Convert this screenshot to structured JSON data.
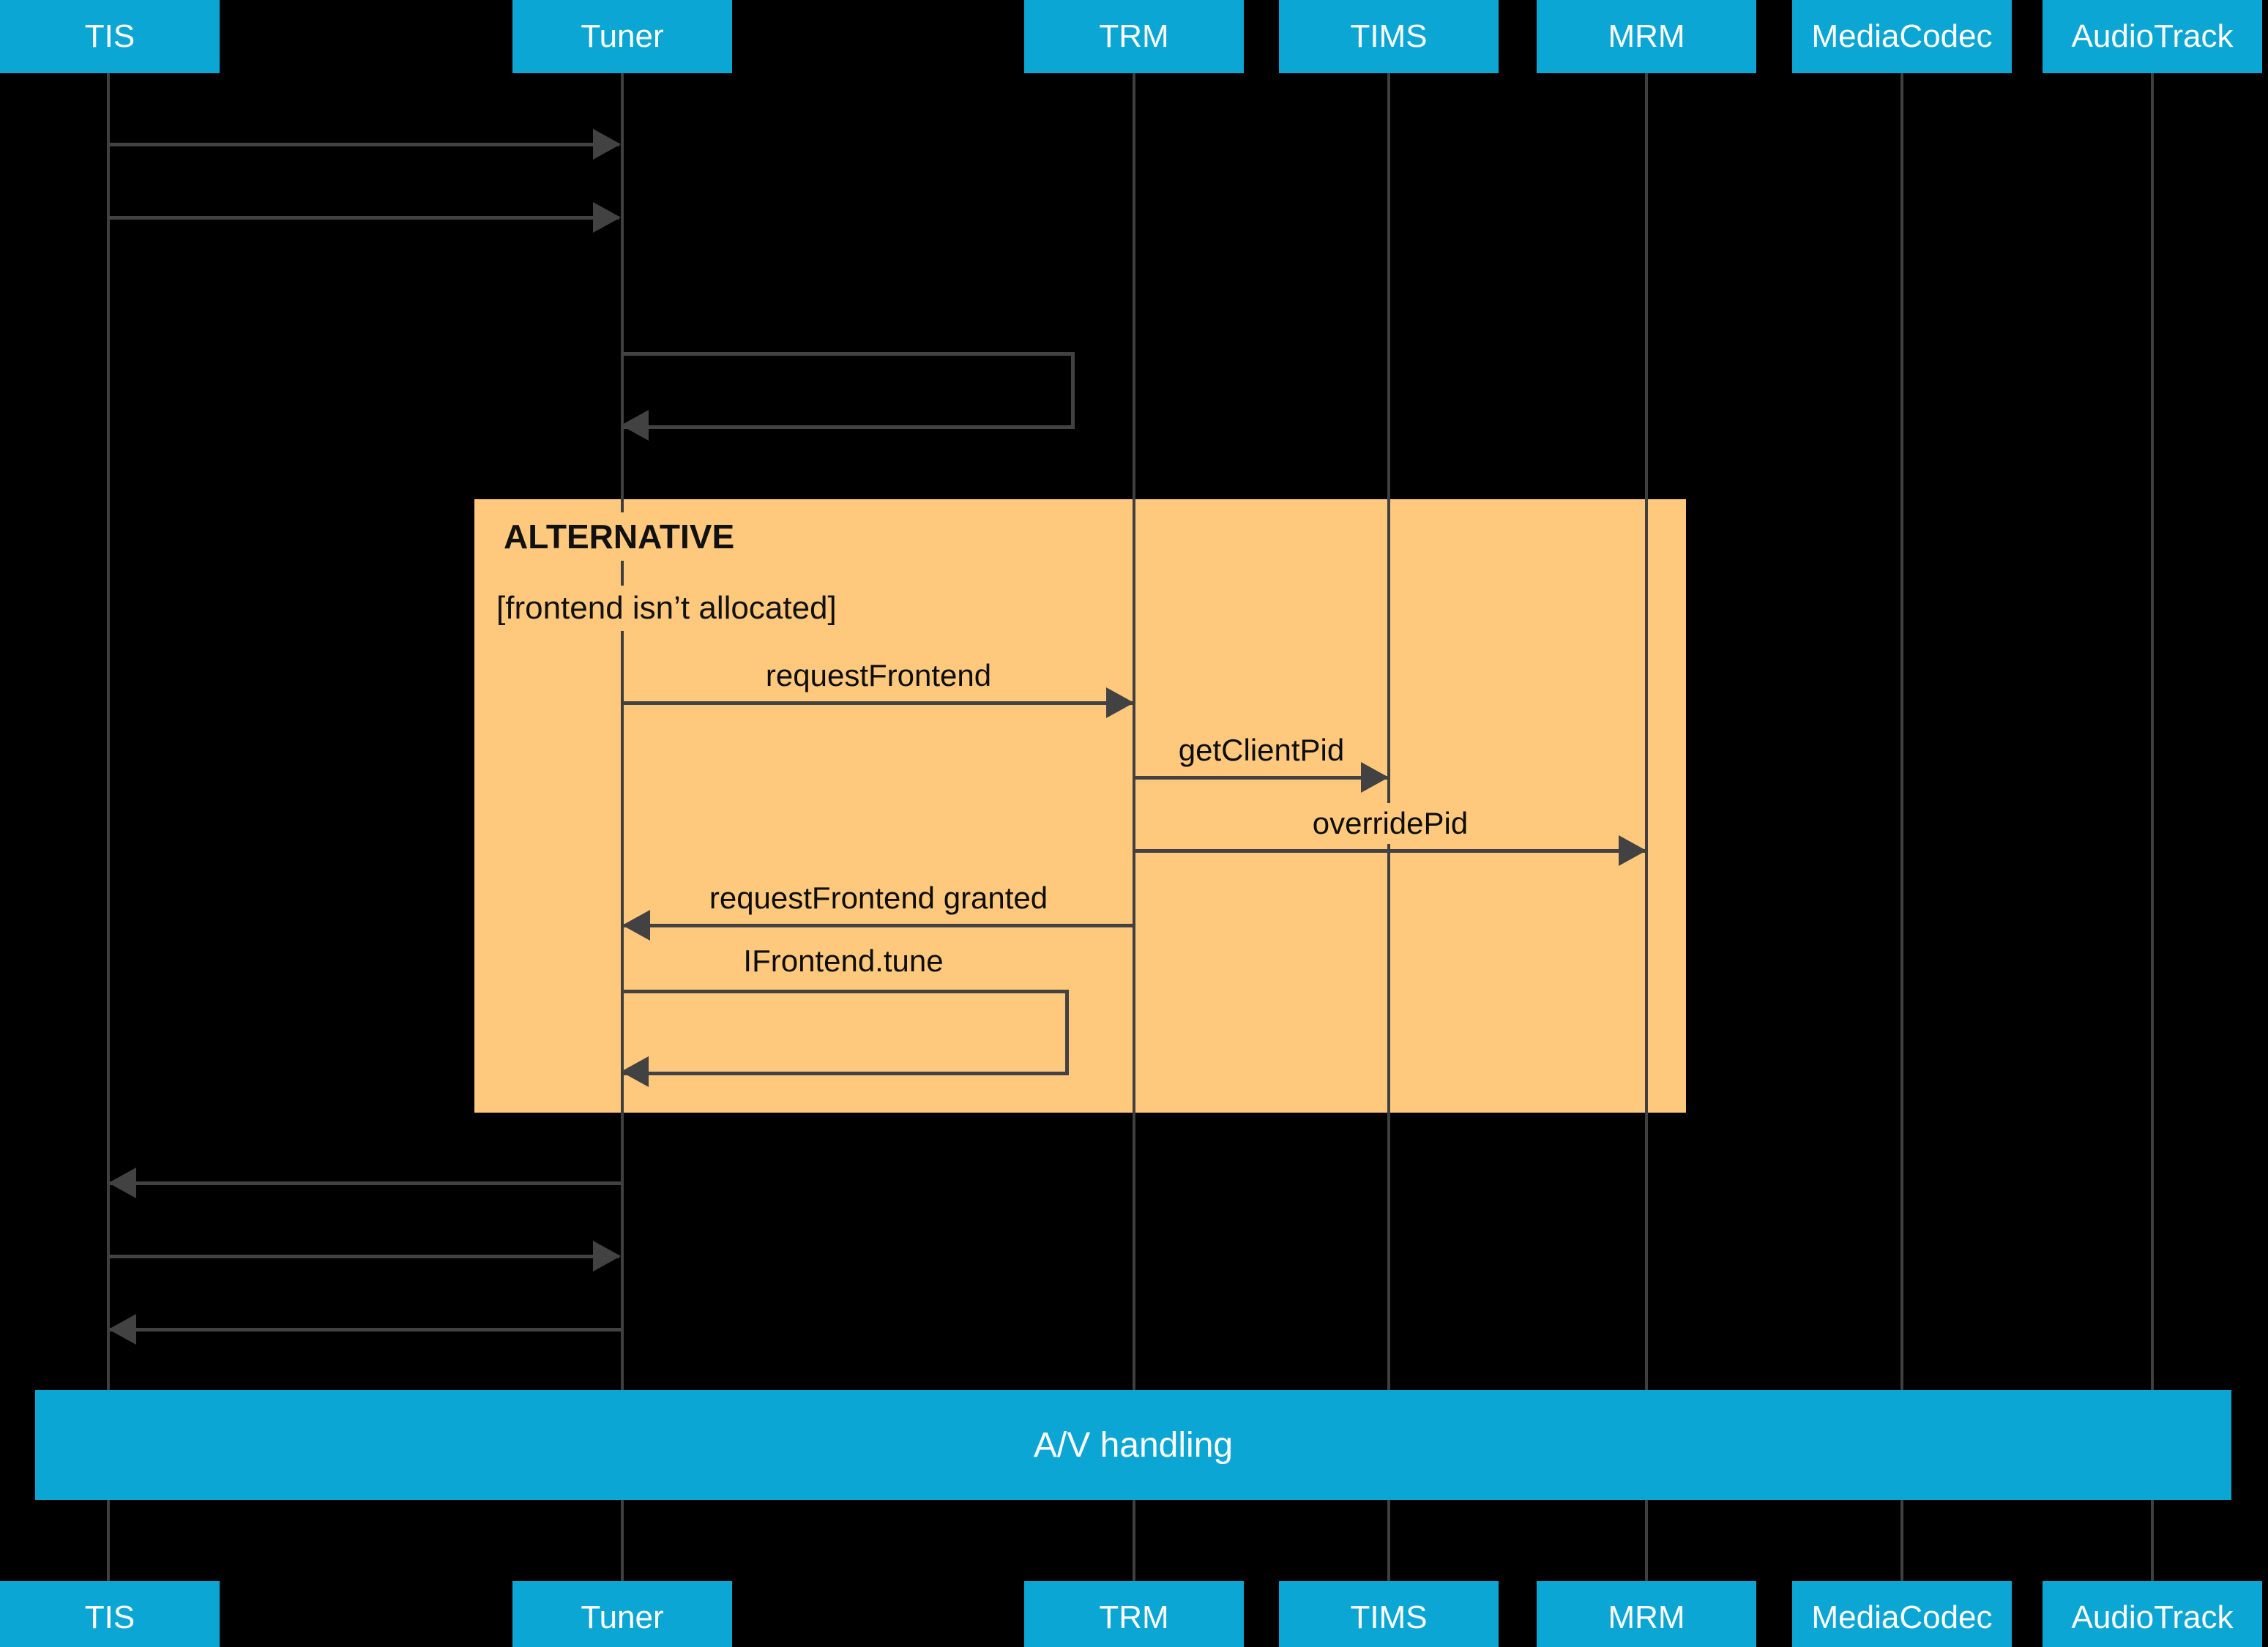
{
  "diagram": {
    "type": "sequence-diagram",
    "participants": [
      {
        "label": "TIS"
      },
      {
        "label": "Tuner"
      },
      {
        "label": "TRM"
      },
      {
        "label": "TIMS"
      },
      {
        "label": "MRM"
      },
      {
        "label": "MediaCodec"
      },
      {
        "label": "AudioTrack"
      }
    ],
    "alt_fragment": {
      "title": "ALTERNATIVE",
      "condition": "[frontend isn’t allocated]"
    },
    "messages": {
      "request_frontend": "requestFrontend",
      "get_client_pid": "getClientPid",
      "override_pid": "overridePid",
      "request_frontend_granted": "requestFrontend granted",
      "ifrontend_tune": "IFrontend.tune"
    },
    "av_bar_label": "A/V handling",
    "colors": {
      "participant_fill": "#0BA6D4",
      "fragment_fill": "#FEC97D",
      "line_gray": "#424242",
      "background": "#000000",
      "text_on_cyan": "#FFFFFF",
      "text_on_orange": "#111111"
    }
  }
}
